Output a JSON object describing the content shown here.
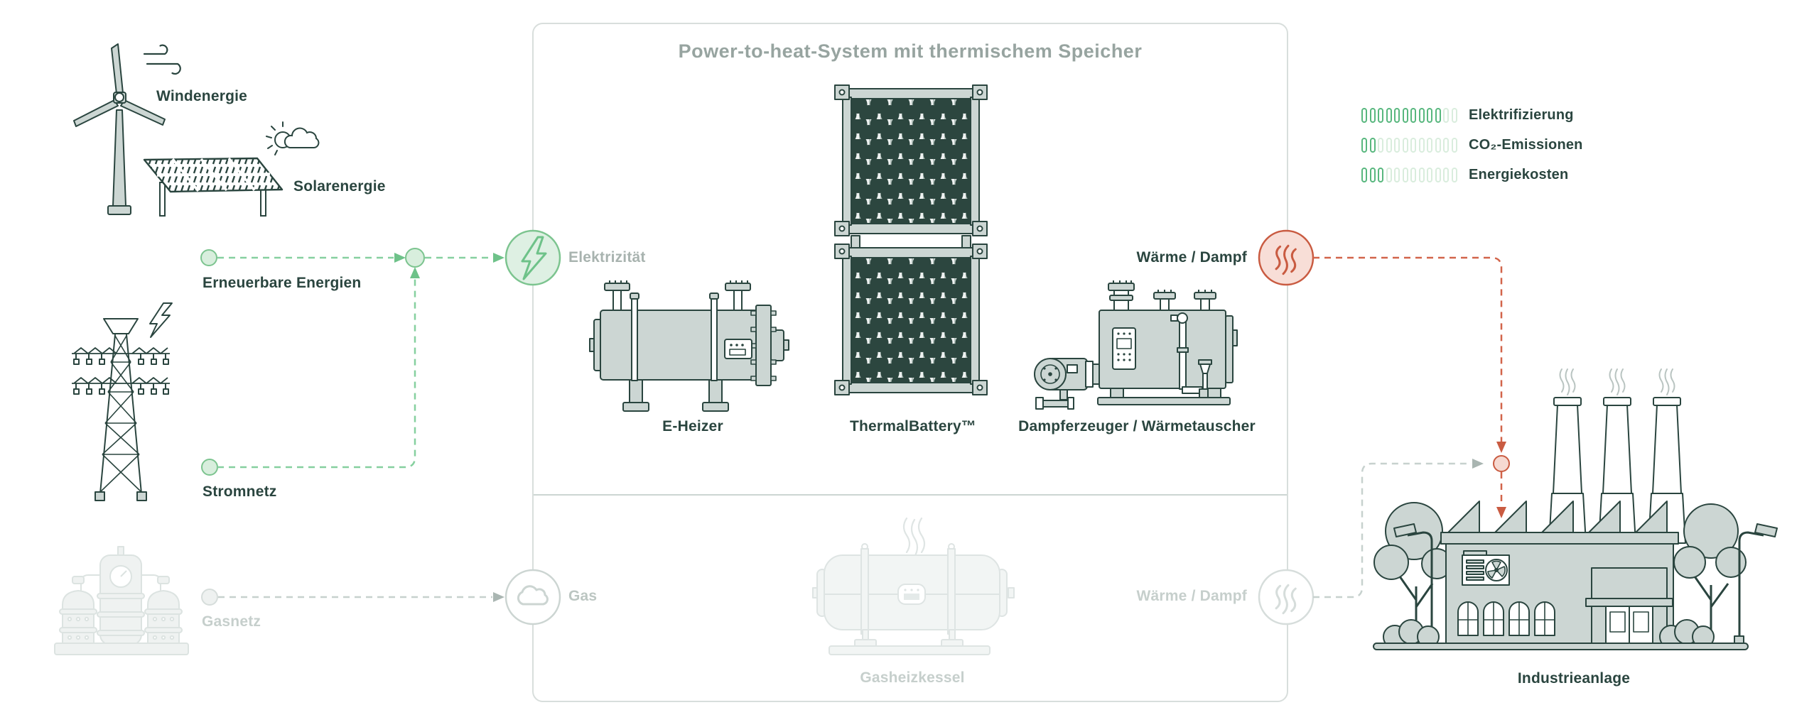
{
  "title": "Power-to-heat-System mit thermischem Speicher",
  "left": {
    "wind": "Windenergie",
    "solar": "Solarenergie",
    "renewables": "Erneuerbare Energien",
    "power_grid": "Stromnetz",
    "gas_grid": "Gasnetz"
  },
  "system": {
    "electricity": "Elektrizität",
    "e_heater": "E-Heizer",
    "thermal_battery": "ThermalBattery™",
    "steam_generator": "Dampferzeuger / Wärmetauscher",
    "heat_steam_top": "Wärme / Dampf",
    "gas": "Gas",
    "gas_boiler": "Gasheizkessel",
    "heat_steam_bottom": "Wärme / Dampf"
  },
  "legend": {
    "items": [
      {
        "label": "Elektrifizierung",
        "filled": 10,
        "total": 12
      },
      {
        "label": "CO₂-Emissionen",
        "filled": 2,
        "total": 12
      },
      {
        "label": "Energiekosten",
        "filled": 3,
        "total": 12
      }
    ]
  },
  "factory": {
    "label": "Industrieanlage"
  },
  "icons": {
    "wind": "wind-gust-icon",
    "solar": "sun-cloud-icon",
    "grid": "lightning-icon",
    "electricity": "lightning-icon",
    "gas": "cloud-icon",
    "heat": "heat-waves-icon"
  },
  "colors": {
    "outline_dark": "#2a453f",
    "machine_fill": "#ccd6d3",
    "green_accent": "#6ec289",
    "green_line": "#86d09f",
    "green_fill": "#def0e3",
    "red_accent": "#c95b41",
    "red_fill": "#f8ded7",
    "gray_line": "#c7d1ce",
    "muted_text": "#a8b3af",
    "faded_stroke": "#dee4e3",
    "faded_text": "#c6cfcc",
    "title_text": "#97a4a0",
    "legend_on": "#58b77e",
    "legend_off": "#d9eddd"
  }
}
